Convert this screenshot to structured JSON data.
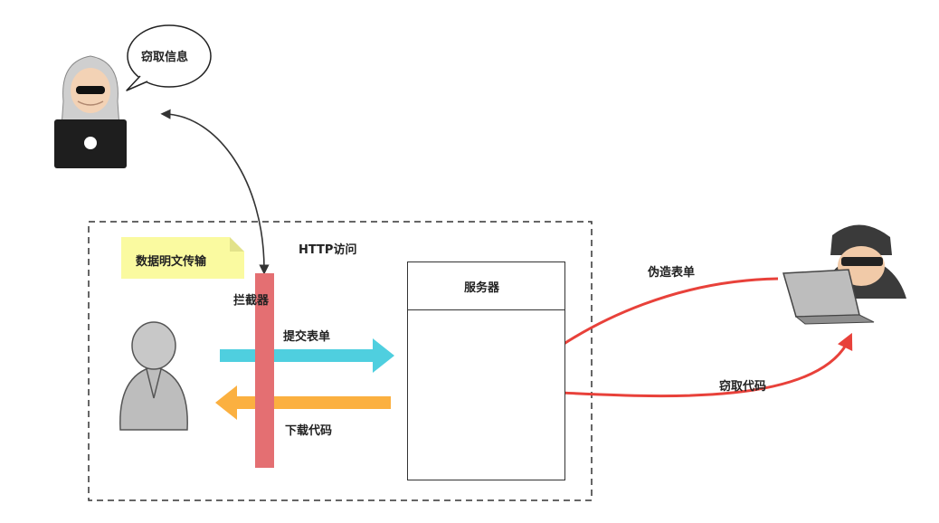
{
  "speech": {
    "text": "窃取信息"
  },
  "note": {
    "text": "数据明文传输"
  },
  "boundary": {
    "label": "HTTP访问"
  },
  "interceptor": {
    "label": "拦截器"
  },
  "flows": {
    "submit": "提交表单",
    "download": "下载代码",
    "forge": "伪造表单",
    "steal": "窃取代码"
  },
  "server": {
    "title": "服务器"
  },
  "colors": {
    "interceptor": "#e46f72",
    "submit_arrow": "#4fcfdf",
    "download_arrow": "#fbb040",
    "attack_arrow": "#e8413a",
    "note_bg": "#fafaa0",
    "steal_info_arrow": "#333333"
  },
  "icons": {
    "hacker_top": "hooded-hacker-laptop-icon",
    "user": "user-icon",
    "server": "server-tower-icon",
    "thief": "thief-laptop-icon"
  }
}
